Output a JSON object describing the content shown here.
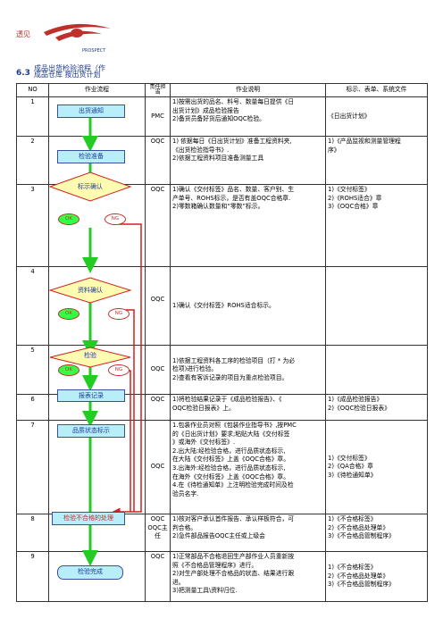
{
  "header": {
    "left_note": "透见",
    "logo_text": "PROSPECT",
    "section_number": "6.3",
    "section_title_line1": "成品出货检验流程（作",
    "section_title_line2": "成品仓库   按出货计划"
  },
  "table": {
    "headers": {
      "no": "NO",
      "flow": "作业流程",
      "resp": "责任担当",
      "desc": "作业说明",
      "ref": "标示、表单、系统文件"
    },
    "rows": [
      {
        "no": "1",
        "node": "出货通知",
        "resp": "PMC",
        "desc": [
          "1)按需出货的品名、料号、数量每日提供《日",
          "出货计划》成品检验报告",
          "2)备货员备好货后通知OQC检验。"
        ],
        "ref": [
          "《日出货计划》"
        ]
      },
      {
        "no": "2",
        "node": "检验准备",
        "resp": "OQC",
        "desc": [
          "1) 依据每日《日出货计划》准备工程资料夹,",
          "《出货检验指导书》.",
          "2)依据工程资料项目准备测量工具"
        ],
        "ref": [
          "1)《产品监视和测量管理程",
          "序》"
        ]
      },
      {
        "no": "3",
        "node": "标示确认",
        "ok": "OK",
        "ng": "NG",
        "resp": "OQC",
        "desc": [
          "1)确认《交付标签》品名、数量、客户别、生",
          "产单号、ROHS标示，是否有盖OQC合格章.",
          "2)零数箱确认数量和“零数”标示。"
        ],
        "ref": [
          "1)《交付标签》",
          "2)《ROHS适合》章",
          "3)《OQC合格》章"
        ]
      },
      {
        "no": "4",
        "node": "资料确认",
        "ok": "OK",
        "ng": "NG",
        "resp": "OQC",
        "desc": [
          "1)确认《交付标签》ROHS适合标示。"
        ],
        "ref": []
      },
      {
        "no": "5",
        "node": "检验",
        "ok": "OK",
        "ng": "NG",
        "resp": "OQC",
        "desc": [
          "1)依据工程资料各工序的检验项目（打 * 为必",
          "检项)进行检验。",
          "2)查看有客诉记录的项目为重点检验项目。"
        ],
        "ref": []
      },
      {
        "no": "6",
        "node": "报表记录",
        "resp": "OQC",
        "desc": [
          "1)将检验结果记录于《成品检验报告》、《",
          "OQC检验日报表》上。"
        ],
        "ref": [
          "1)《成品检验报告》",
          "2)《OQC检验日报表》"
        ]
      },
      {
        "no": "7",
        "node": "品质状态标示",
        "resp": "OQC",
        "desc": [
          "1.包装作业员对照《包装作业指导书》,按PMC",
          "的《日出货计划》要求;粘贴大陆《交付标签",
          "》或海外《交付标签》.",
          "2.出大陆:经检验合格，进行品质状态标示,",
          "在大陆《交付标签》上盖《OQC合格》章。",
          "3.出海外:经检验合格，进行品质状态标示,",
          "在海外《交付标签》上盖《OQC合格》章。",
          "4.在《待检通知单》上注明检验完成时间及检",
          "验员名字."
        ],
        "ref": [
          "1)《交付标签》",
          "2)《QA合格》章",
          "3)《待检通知单》"
        ]
      },
      {
        "no": "8",
        "node": "检验不合格的处理",
        "resp": "OQC\nOQC主任",
        "desc": [
          "1)核对客户承认首件报告、承认样板符合，可",
          "判合格。",
          "2)急件部品报告OQC主任或上级会"
        ],
        "ref": [
          "1)《不合格标签》",
          "2)《不合格品处理单》",
          "3)《不合格品管制程序》"
        ]
      },
      {
        "no": "9",
        "node": "检验完成",
        "resp": "OQC",
        "desc": [
          "1)正常部品不合格退回生产部作业人员重新按",
          "照《不合格品管理程序》进行。",
          "2)对生产部处理不合格品的状态、结果进行跟",
          "进。",
          "3)把测量工具\\资料归位."
        ],
        "ref": [
          "1)《不合格标签》",
          "2)《不合格品处理单》",
          "3)《不合格品管制程序》"
        ]
      }
    ]
  },
  "colors": {
    "node_fill": "#b7eef7",
    "node_border": "#3b4fa0",
    "arrow_green": "#22cc22",
    "return_red": "#d0201c",
    "ok_fill": "#33ff44",
    "title_blue": "#1e3a8a"
  }
}
